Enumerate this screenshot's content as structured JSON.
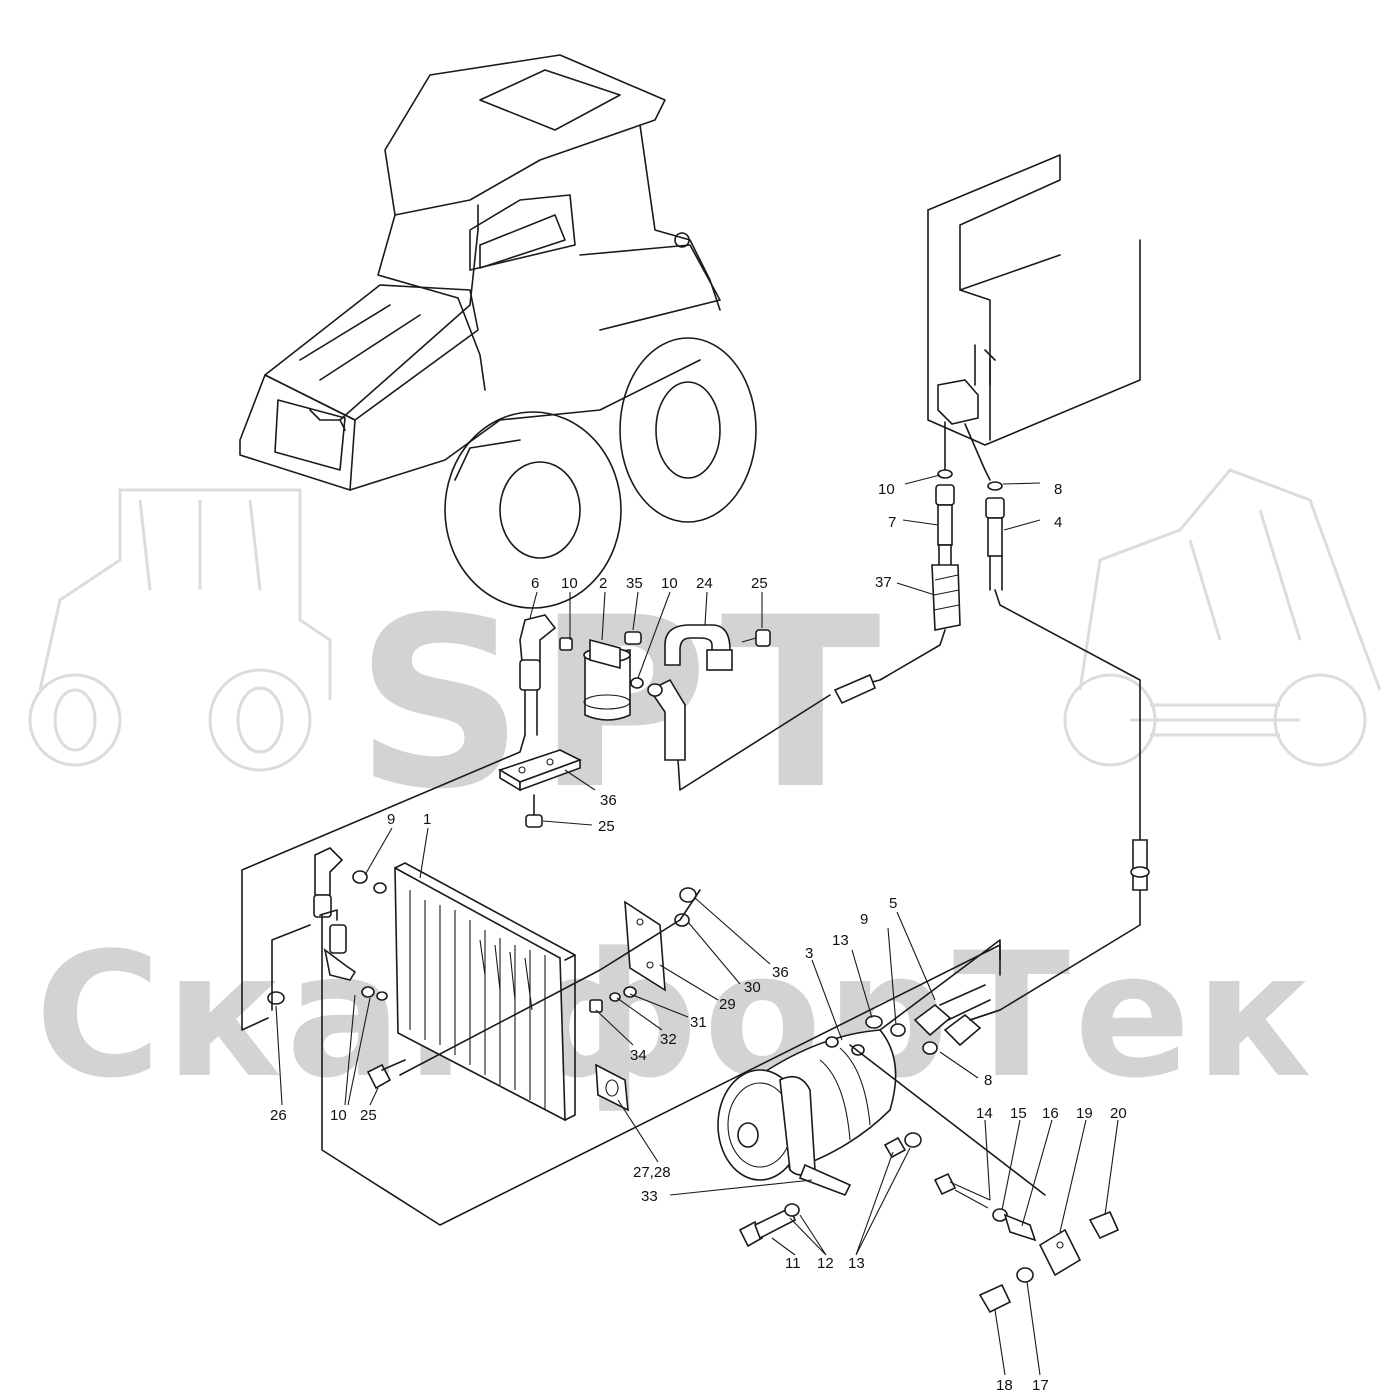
{
  "watermark": {
    "brand": "SPT",
    "name": "СканфорТек"
  },
  "callouts": [
    {
      "id": "c-10a",
      "text": "10"
    },
    {
      "id": "c-8a",
      "text": "8"
    },
    {
      "id": "c-7",
      "text": "7"
    },
    {
      "id": "c-4",
      "text": "4"
    },
    {
      "id": "c-37",
      "text": "37"
    },
    {
      "id": "c-6",
      "text": "6"
    },
    {
      "id": "c-10b",
      "text": "10"
    },
    {
      "id": "c-2",
      "text": "2"
    },
    {
      "id": "c-35",
      "text": "35"
    },
    {
      "id": "c-10c",
      "text": "10"
    },
    {
      "id": "c-24",
      "text": "24"
    },
    {
      "id": "c-25a",
      "text": "25"
    },
    {
      "id": "c-36a",
      "text": "36"
    },
    {
      "id": "c-25b",
      "text": "25"
    },
    {
      "id": "c-9a",
      "text": "9"
    },
    {
      "id": "c-1",
      "text": "1"
    },
    {
      "id": "c-36b",
      "text": "36"
    },
    {
      "id": "c-30",
      "text": "30"
    },
    {
      "id": "c-29",
      "text": "29"
    },
    {
      "id": "c-31",
      "text": "31"
    },
    {
      "id": "c-32",
      "text": "32"
    },
    {
      "id": "c-34",
      "text": "34"
    },
    {
      "id": "c-3",
      "text": "3"
    },
    {
      "id": "c-13a",
      "text": "13"
    },
    {
      "id": "c-9b",
      "text": "9"
    },
    {
      "id": "c-5",
      "text": "5"
    },
    {
      "id": "c-8b",
      "text": "8"
    },
    {
      "id": "c-26",
      "text": "26"
    },
    {
      "id": "c-10d",
      "text": "10"
    },
    {
      "id": "c-25c",
      "text": "25"
    },
    {
      "id": "c-2728",
      "text": "27,28"
    },
    {
      "id": "c-33",
      "text": "33"
    },
    {
      "id": "c-14",
      "text": "14"
    },
    {
      "id": "c-15",
      "text": "15"
    },
    {
      "id": "c-16",
      "text": "16"
    },
    {
      "id": "c-19",
      "text": "19"
    },
    {
      "id": "c-20",
      "text": "20"
    },
    {
      "id": "c-11",
      "text": "11"
    },
    {
      "id": "c-12",
      "text": "12"
    },
    {
      "id": "c-13b",
      "text": "13"
    },
    {
      "id": "c-18",
      "text": "18"
    },
    {
      "id": "c-17",
      "text": "17"
    }
  ]
}
